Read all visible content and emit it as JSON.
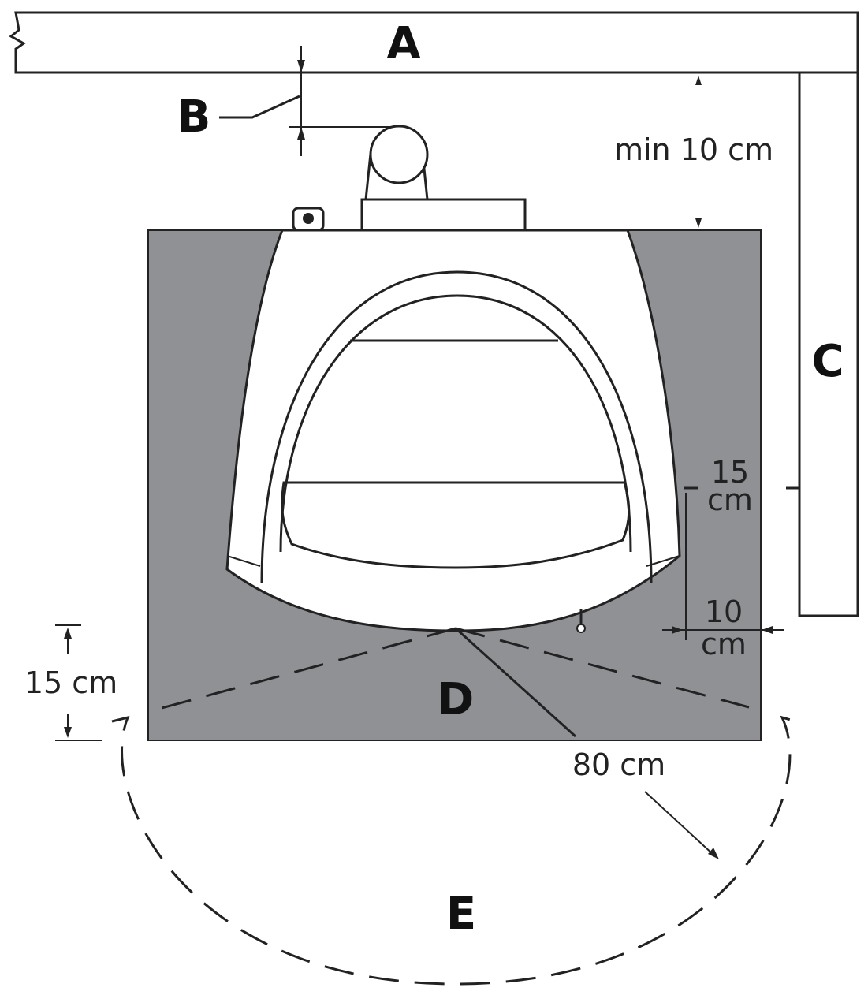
{
  "labels": {
    "a": "A",
    "b": "B",
    "c": "C",
    "d": "D",
    "e": "E"
  },
  "dimensions": {
    "top_clearance": "min 10 cm",
    "side_gap_value": "15",
    "side_gap_unit": "cm",
    "side_wall_value": "10",
    "side_wall_unit": "cm",
    "front_floor": "15 cm",
    "radius": "80 cm"
  },
  "colors": {
    "floor_protection": "#8f9194",
    "stove_body": "#ffffff",
    "lines": "#222222"
  }
}
